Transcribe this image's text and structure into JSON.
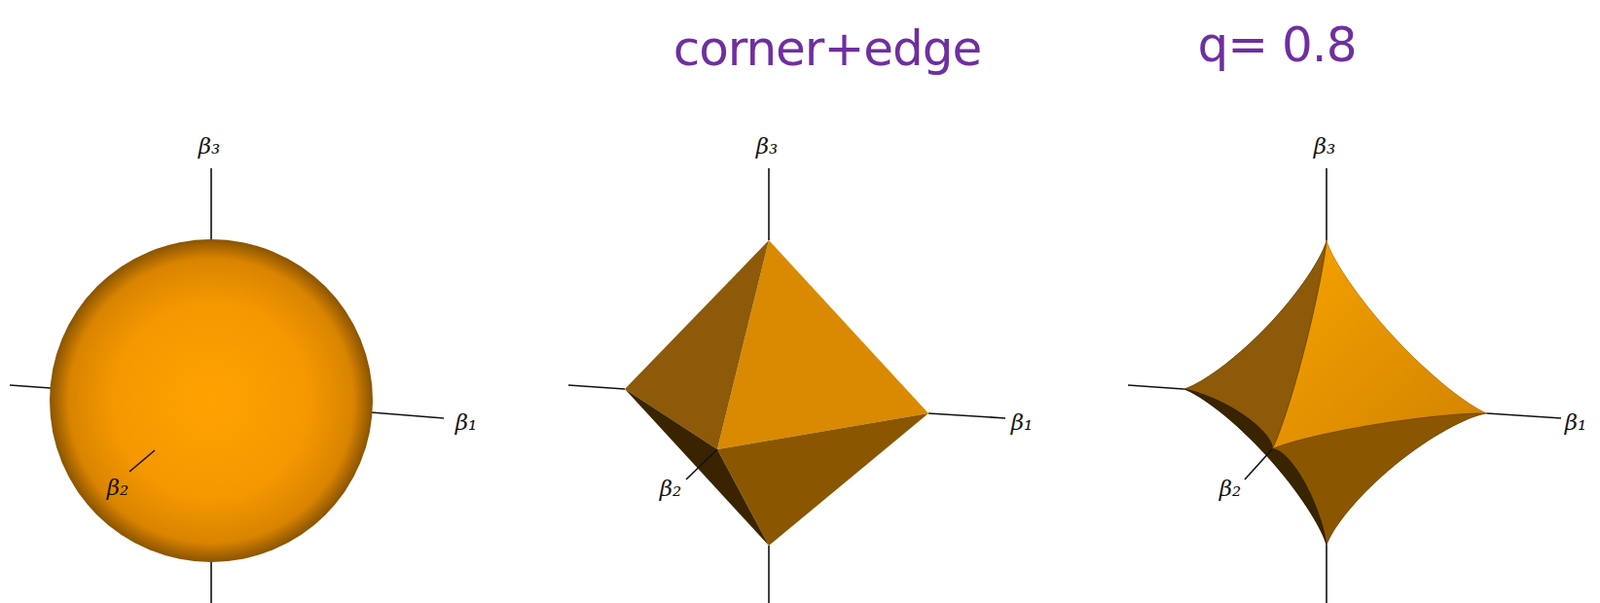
{
  "diagram": {
    "labels": [
      "corner+edge",
      "q= 0.8",
      "β₃",
      "β₁",
      "β₂",
      "β₃",
      "β₁",
      "β₂",
      "β₃",
      "β₁",
      "β₂"
    ]
  }
}
